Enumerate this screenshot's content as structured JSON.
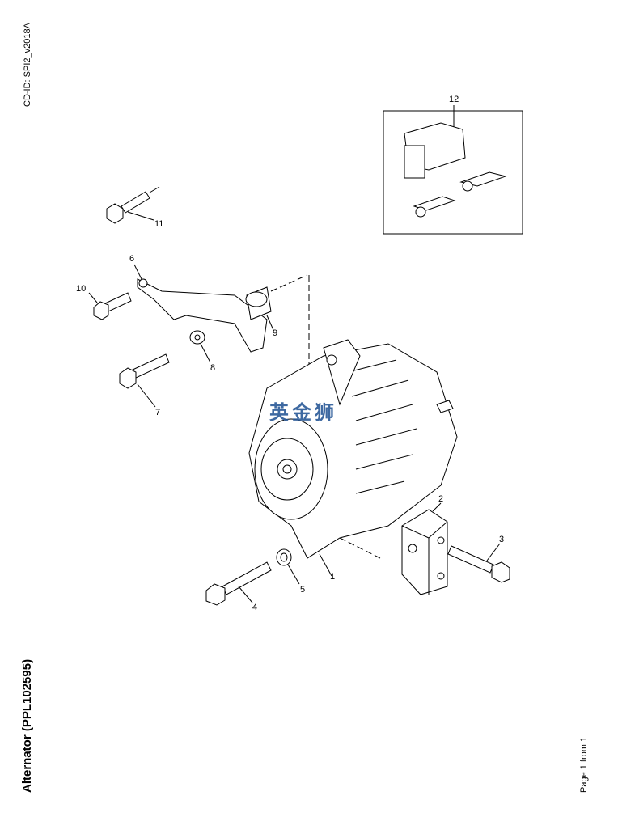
{
  "header": {
    "cd_id": "CD-ID: SPI2_v2018A"
  },
  "title": "Alternator (PPL102595)",
  "footer": {
    "page": "Page 1 from 1"
  },
  "watermark": "英金狮",
  "callouts": [
    "1",
    "2",
    "3",
    "4",
    "5",
    "6",
    "7",
    "8",
    "9",
    "10",
    "11",
    "12"
  ]
}
